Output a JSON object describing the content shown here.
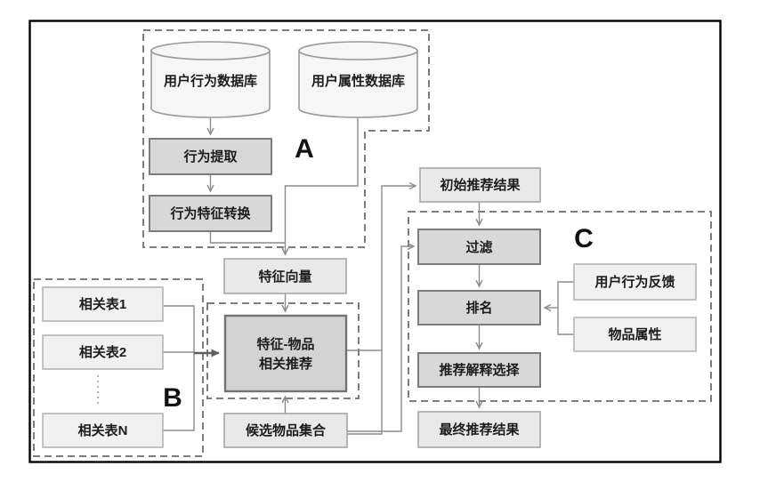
{
  "figure": {
    "background_color": "#ffffff",
    "border_color": "#000000"
  },
  "sections": {
    "a_label": "A",
    "b_label": "B",
    "c_label": "C"
  },
  "nodes": {
    "user_behavior_db": "用户行为数据库",
    "user_attribute_db": "用户属性数据库",
    "behavior_extraction": "行为提取",
    "behavior_feature_conversion": "行为特征转换",
    "feature_vector": "特征向量",
    "related_table_1": "相关表1",
    "related_table_2": "相关表2",
    "related_table_n": "相关表N",
    "feature_item_recommend_line1": "特征-物品",
    "feature_item_recommend_line2": "相关推荐",
    "candidate_item_set": "候选物品集合",
    "initial_recommend_result": "初始推荐结果",
    "filter": "过滤",
    "ranking": "排名",
    "explanation_selection": "推荐解释选择",
    "final_recommend_result": "最终推荐结果",
    "user_behavior_feedback": "用户行为反馈",
    "item_attributes": "物品属性"
  },
  "colors": {
    "process_box_fill": "#d8d8d8",
    "process_box_border": "#7c7c7c",
    "result_box_fill": "#e9e9e9",
    "result_box_border": "#a6a6a6",
    "input_box_fill": "#f1f1f1",
    "cylinder_fill": "#f6f6f6",
    "connector_line": "#8c8c8c",
    "main_arrow": "#5f5f5f",
    "dashed_region_border": "#7d7d7d",
    "text_color": "#1c1c1c"
  }
}
